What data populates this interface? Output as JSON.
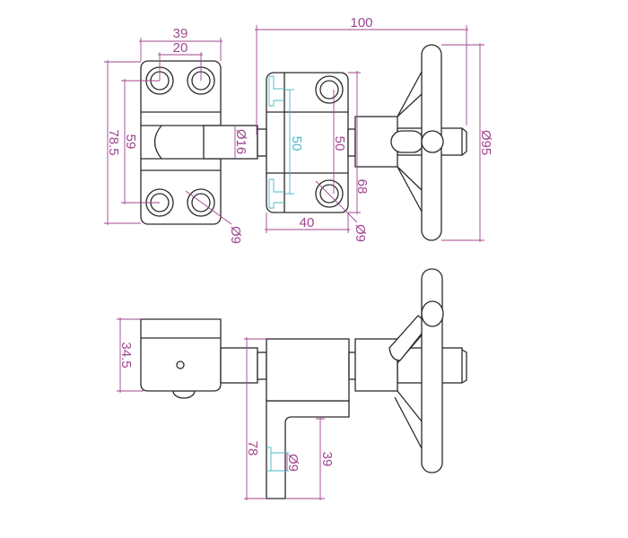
{
  "colors": {
    "outline": "#2a2a2a",
    "dimension": "#a0458f",
    "slot": "#4bb8c4"
  },
  "top_view": {
    "dims": {
      "overall_length": "100",
      "block_width": "39",
      "hole_spacing_x": "20",
      "block_height": "78.5",
      "hole_spacing_y": "59",
      "shaft_dia": "Ø16",
      "slot_length": "50",
      "mid_hole_spacing": "50",
      "mid_block_height": "68",
      "mid_block_width": "40",
      "hole_dia_left": "Ø9",
      "hole_dia_mid": "Ø9",
      "wheel_dia": "Ø95"
    }
  },
  "side_view": {
    "dims": {
      "block_height": "34.5",
      "bracket_height": "78",
      "leg_height": "39",
      "hole_dia": "Ø9"
    }
  }
}
